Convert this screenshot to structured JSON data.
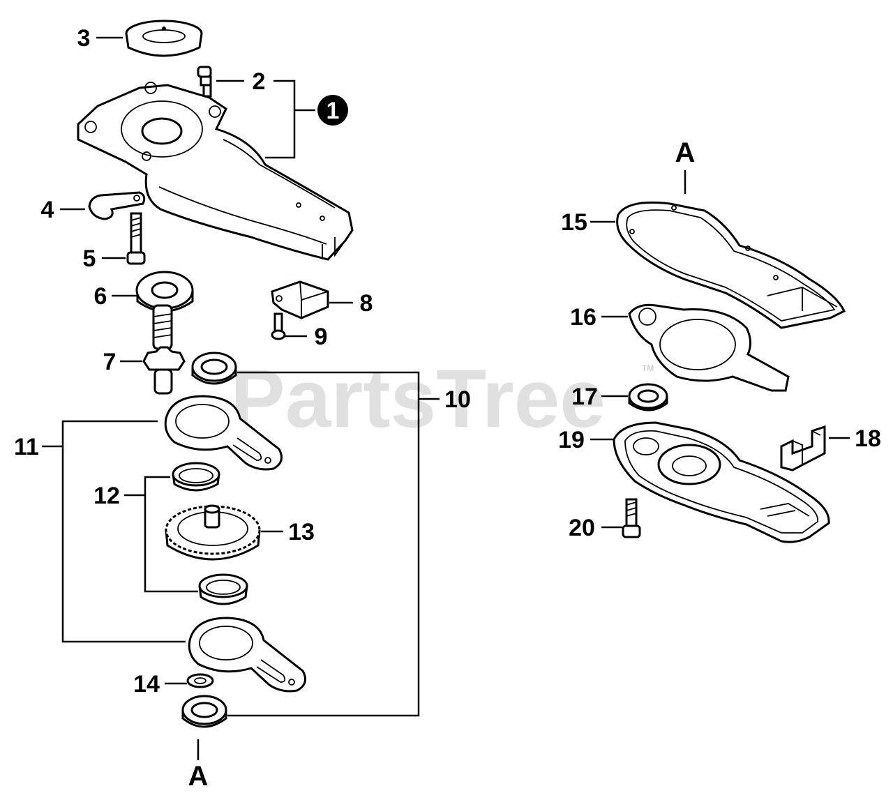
{
  "watermark": {
    "text": "PartsTree",
    "trademark": "TM"
  },
  "callouts": [
    {
      "id": "c1",
      "text": "1"
    },
    {
      "id": "c2",
      "text": "2"
    },
    {
      "id": "c3",
      "text": "3"
    },
    {
      "id": "c4",
      "text": "4"
    },
    {
      "id": "c5",
      "text": "5"
    },
    {
      "id": "c6",
      "text": "6"
    },
    {
      "id": "c7",
      "text": "7"
    },
    {
      "id": "c8",
      "text": "8"
    },
    {
      "id": "c9",
      "text": "9"
    },
    {
      "id": "c10",
      "text": "10"
    },
    {
      "id": "c11",
      "text": "11"
    },
    {
      "id": "c12",
      "text": "12"
    },
    {
      "id": "c13",
      "text": "13"
    },
    {
      "id": "c14",
      "text": "14"
    },
    {
      "id": "c15",
      "text": "15"
    },
    {
      "id": "c16",
      "text": "16"
    },
    {
      "id": "c17",
      "text": "17"
    },
    {
      "id": "c18",
      "text": "18"
    },
    {
      "id": "c19",
      "text": "19"
    },
    {
      "id": "c20",
      "text": "20"
    }
  ],
  "connectors": {
    "left": "A",
    "right": "A"
  }
}
